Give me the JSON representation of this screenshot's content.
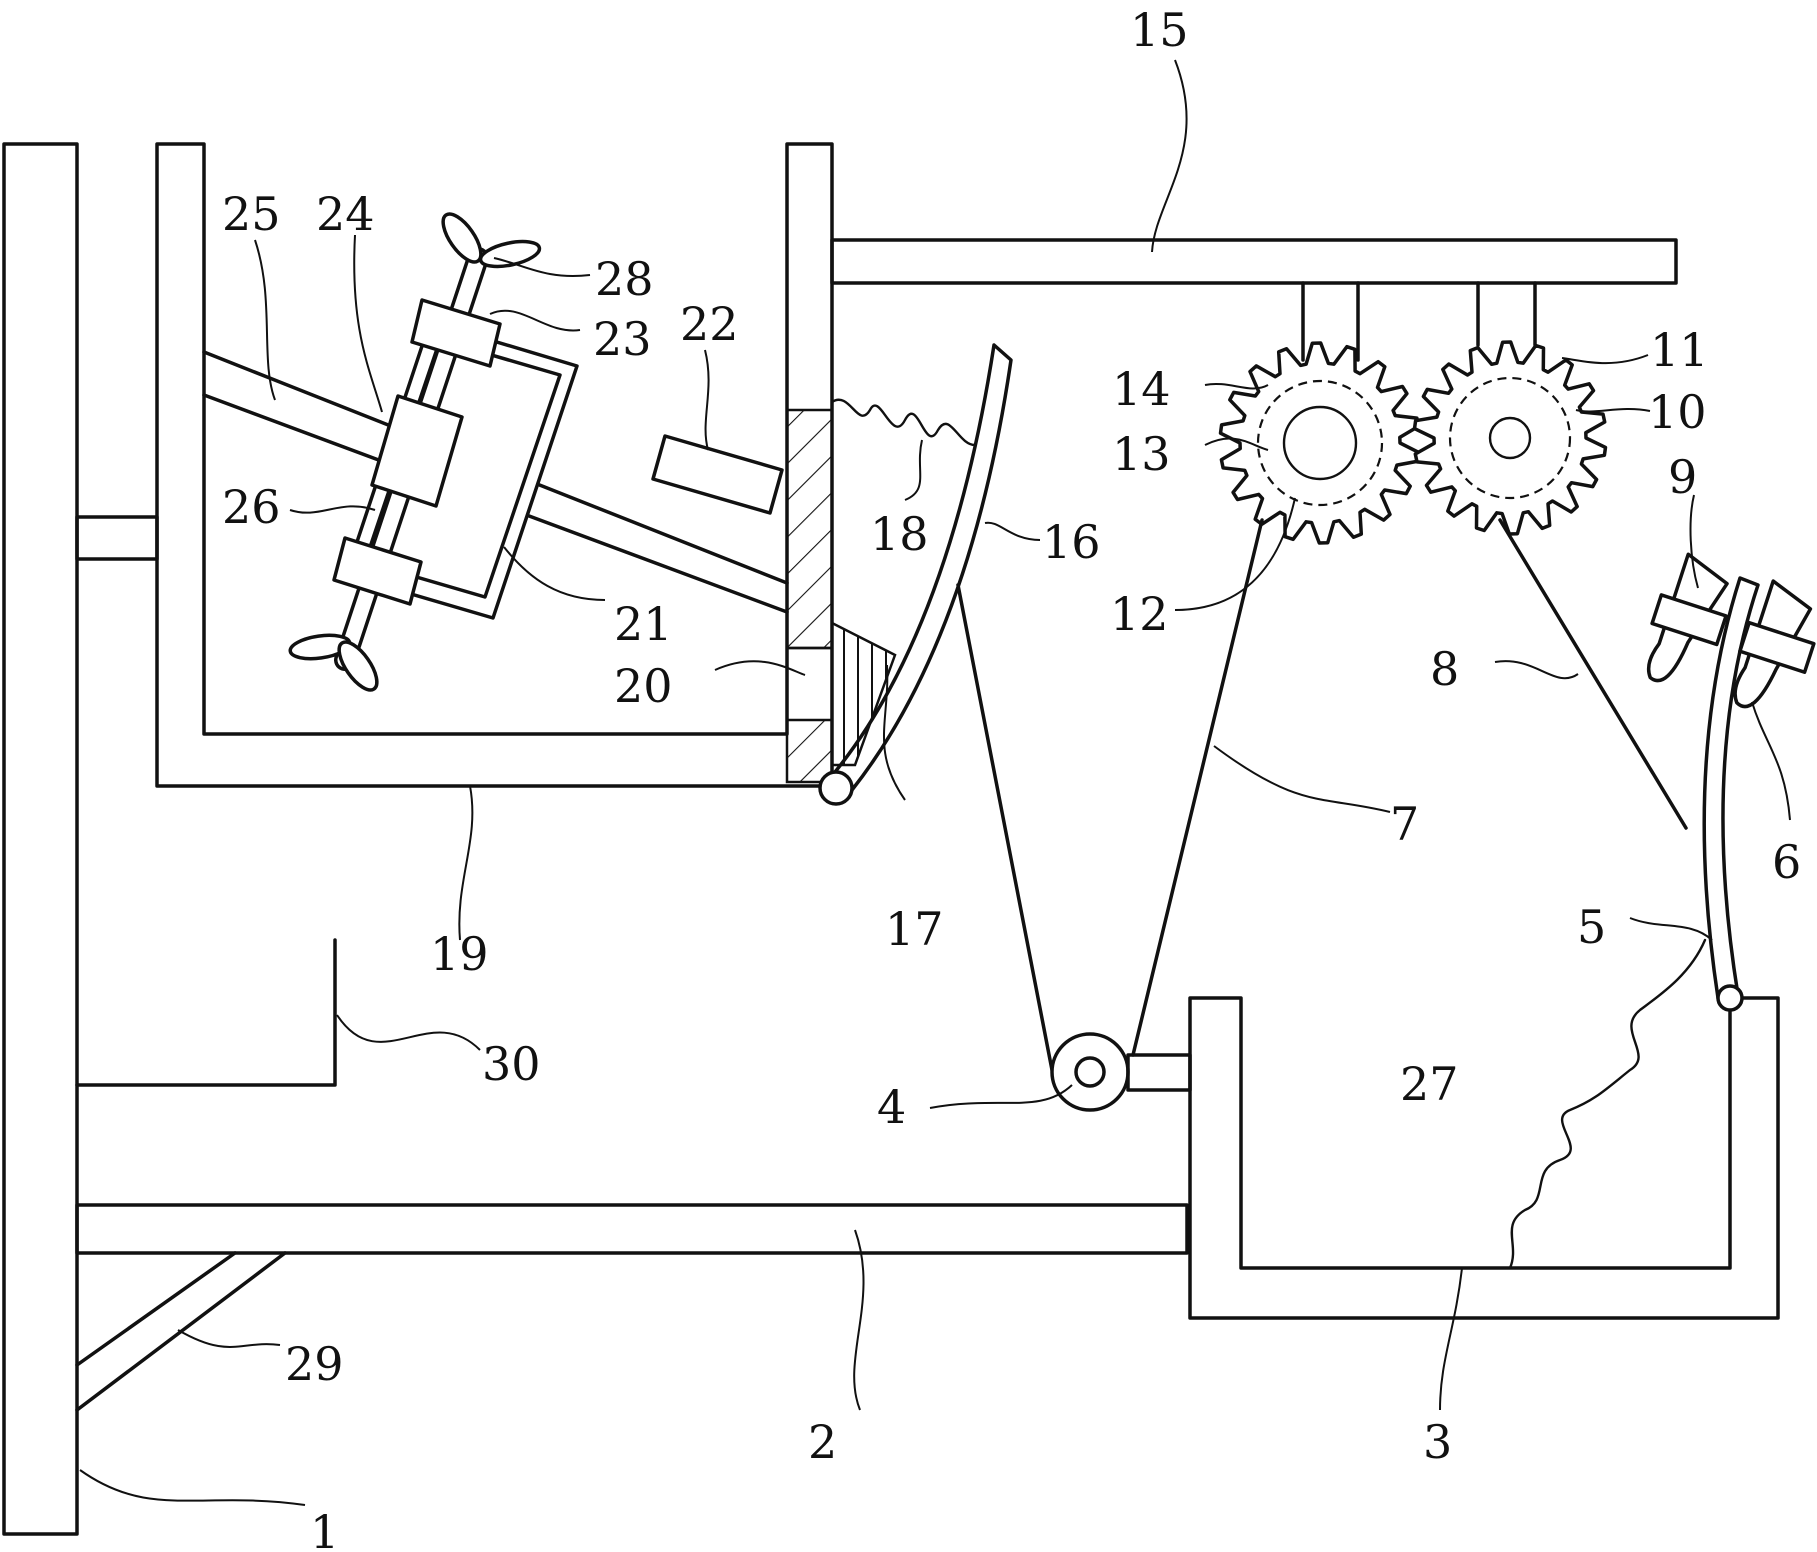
{
  "figure": {
    "labels": [
      {
        "id": "1",
        "text": "1"
      },
      {
        "id": "2",
        "text": "2"
      },
      {
        "id": "3",
        "text": "3"
      },
      {
        "id": "4",
        "text": "4"
      },
      {
        "id": "5",
        "text": "5"
      },
      {
        "id": "6",
        "text": "6"
      },
      {
        "id": "7",
        "text": "7"
      },
      {
        "id": "8",
        "text": "8"
      },
      {
        "id": "9",
        "text": "9"
      },
      {
        "id": "10",
        "text": "10"
      },
      {
        "id": "11",
        "text": "11"
      },
      {
        "id": "12",
        "text": "12"
      },
      {
        "id": "13",
        "text": "13"
      },
      {
        "id": "14",
        "text": "14"
      },
      {
        "id": "15",
        "text": "15"
      },
      {
        "id": "16",
        "text": "16"
      },
      {
        "id": "17",
        "text": "17"
      },
      {
        "id": "18",
        "text": "18"
      },
      {
        "id": "19",
        "text": "19"
      },
      {
        "id": "20",
        "text": "20"
      },
      {
        "id": "21",
        "text": "21"
      },
      {
        "id": "22",
        "text": "22"
      },
      {
        "id": "23",
        "text": "23"
      },
      {
        "id": "24",
        "text": "24"
      },
      {
        "id": "25",
        "text": "25"
      },
      {
        "id": "26",
        "text": "26"
      },
      {
        "id": "27",
        "text": "27"
      },
      {
        "id": "28",
        "text": "28"
      },
      {
        "id": "29",
        "text": "29"
      },
      {
        "id": "30",
        "text": "30"
      }
    ]
  }
}
